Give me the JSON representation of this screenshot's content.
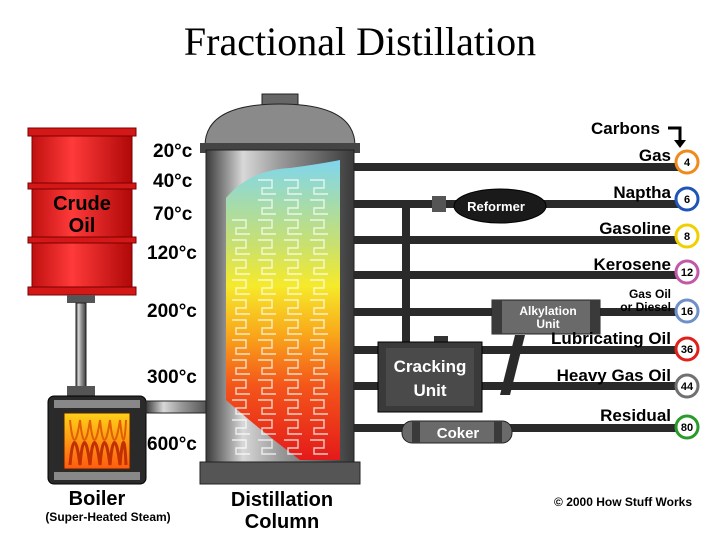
{
  "title": "Fractional Distillation",
  "crude_oil": {
    "line1": "Crude",
    "line2": "Oil"
  },
  "boiler": {
    "label": "Boiler",
    "sublabel": "(Super-Heated Steam)"
  },
  "column": {
    "line1": "Distillation",
    "line2": "Column"
  },
  "temperatures": [
    "20°c",
    "40°c",
    "70°c",
    "120°c",
    "200°c",
    "300°c",
    "600°c"
  ],
  "carbons_label": "Carbons",
  "products": [
    {
      "name": "Gas",
      "carbons": "4",
      "color": "#f08a1c"
    },
    {
      "name": "Naptha",
      "carbons": "6",
      "color": "#1f55b8"
    },
    {
      "name": "Gasoline",
      "carbons": "8",
      "color": "#f0d000"
    },
    {
      "name": "Kerosene",
      "carbons": "12",
      "color": "#c05aa8"
    },
    {
      "name_line1": "Gas Oil",
      "name_line2": "or Diesel",
      "carbons": "16",
      "color": "#6f8fc8"
    },
    {
      "name": "Lubricating Oil",
      "carbons": "36",
      "color": "#e0201a"
    },
    {
      "name": "Heavy Gas Oil",
      "carbons": "44",
      "color": "#707070"
    },
    {
      "name": "Residual",
      "carbons": "80",
      "color": "#2a9a2a"
    }
  ],
  "units": {
    "reformer": "Reformer",
    "alkylation_line1": "Alkylation",
    "alkylation_line2": "Unit",
    "cracking_line1": "Cracking",
    "cracking_line2": "Unit",
    "coker": "Coker"
  },
  "copyright": "© 2000 How Stuff Works"
}
